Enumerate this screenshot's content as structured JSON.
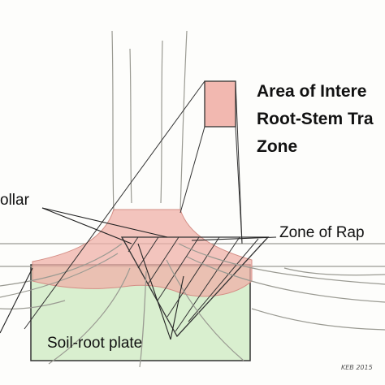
{
  "labels": {
    "aoi_line1": "Area of Intere",
    "aoi_line2": "Root-Stem Tra",
    "aoi_line3": "Zone",
    "collar": "ollar",
    "zone_rapid": "Zone of Rap",
    "soil_root_plate": "Soil-root plate"
  },
  "signature": "KEB 2015",
  "colors": {
    "root_collar_fill": "#efb0a8",
    "aoi_box_fill": "#f2b8b0",
    "soil_plate_fill": "#d9efcf",
    "outline": "#333333",
    "pencil": "#9a9a92"
  }
}
